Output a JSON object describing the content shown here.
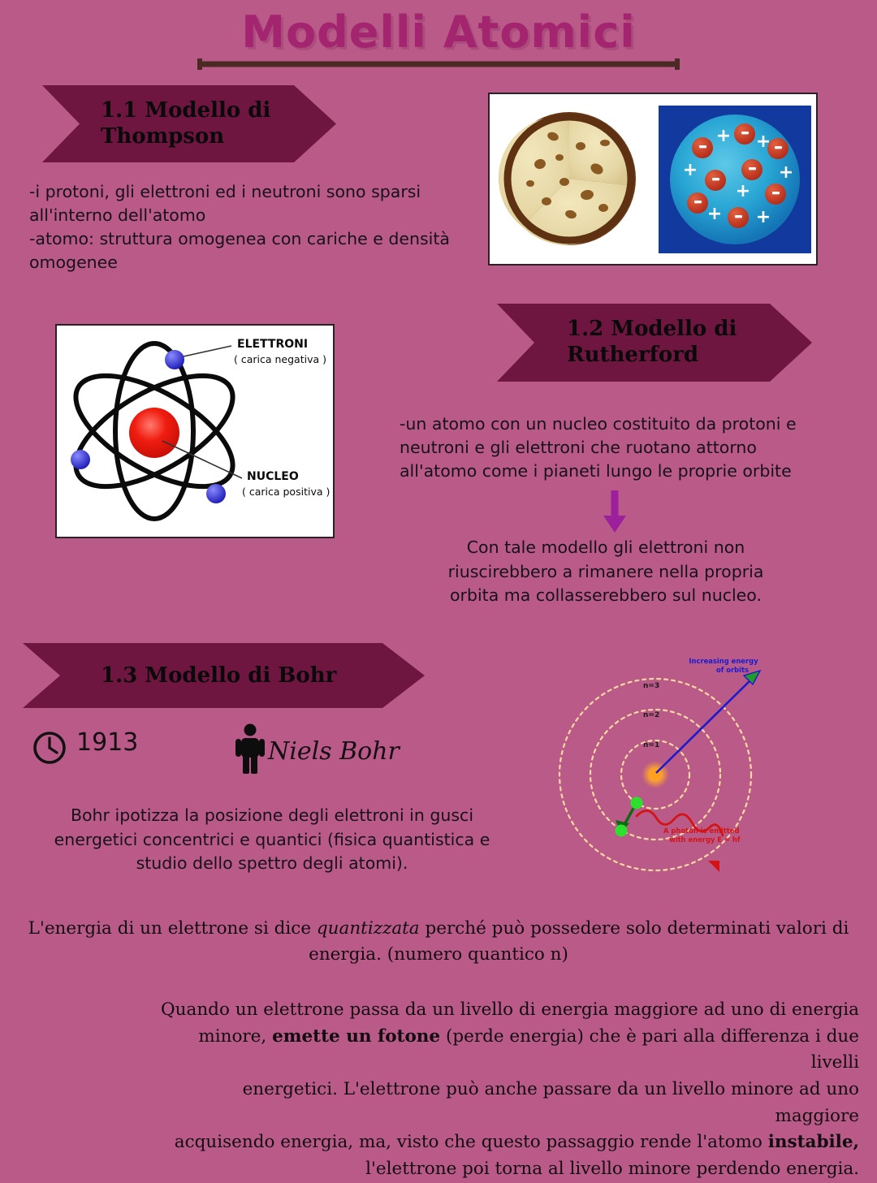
{
  "page": {
    "title": "Modelli Atomici",
    "background_color": "#ba5a88",
    "banner_color": "#6e1540",
    "title_color": "#a3246f",
    "rule_color": "#4a2a22"
  },
  "sections": [
    {
      "id": "thompson",
      "banner_line1": "1.1 Modello di",
      "banner_line2": "Thompson",
      "body": "-i protoni, gli elettroni ed i neutroni sono sparsi all'interno dell'atomo\n-atomo: struttura omogenea con cariche e densità omogenee"
    },
    {
      "id": "rutherford",
      "banner_line1": "1.2 Modello di",
      "banner_line2": "Rutherford",
      "body": "-un atomo con un nucleo costituito da protoni e neutroni e gli elettroni che ruotano attorno all'atomo come i pianeti lungo le proprie orbite",
      "note": "Con tale modello gli elettroni non riuscirebbero a rimanere nella propria orbita ma collasserebbero sul nucleo."
    },
    {
      "id": "bohr",
      "banner": "1.3 Modello di Bohr",
      "year": "1913",
      "scientist": "Niels Bohr",
      "body": "Bohr ipotizza la posizione degli elettroni in gusci energetici concentrici e quantici (fisica quantistica e studio dello spettro degli atomi)."
    }
  ],
  "figures": {
    "thompson_plum_pudding": {
      "caption_left": "panettone-cross-section",
      "caption_right": "plum-pudding-atom",
      "positive_symbol": "+",
      "negative_symbol": "−"
    },
    "rutherford_atom": {
      "label_electrons_title": "ELETTRONI",
      "label_electrons_sub": "( carica negativa )",
      "label_nucleus_title": "NUCLEO",
      "label_nucleus_sub": "( carica positiva )"
    },
    "bohr_orbits": {
      "orbit_labels": [
        "n=1",
        "n=2",
        "n=3"
      ],
      "energy_arrow_line1": "Increasing energy",
      "energy_arrow_line2": "of orbits",
      "photon_line1": "A photon is emitted",
      "photon_line2": "with energy E = hf",
      "orbit_color": "#ffd9a0",
      "energy_arrow_color": "#1a1ad0",
      "photon_color": "#d41414",
      "electron_color": "#2ee02e",
      "nucleus_color": "#ffa11f"
    }
  },
  "conclusions": {
    "para1_a": "L'energia di un elettrone si dice ",
    "para1_italic": "quantizzata",
    "para1_b": " perché può possedere solo determinati valori di energia. (numero quantico n)",
    "para2_line1": "Quando un elettrone passa da un livello di energia maggiore ad uno di energia",
    "para2_line2_a": "minore, ",
    "para2_line2_bold": "emette un fotone",
    "para2_line2_b": " (perde energia) che è pari alla differenza i due livelli",
    "para2_line3": "energetici. L'elettrone può anche passare da un livello minore ad uno maggiore",
    "para2_line4_a": "acquisendo energia, ma, visto che questo passaggio rende l'atomo ",
    "para2_line4_bold": "instabile,",
    "para2_line5": "l'elettrone poi torna al livello minore perdendo energia."
  }
}
